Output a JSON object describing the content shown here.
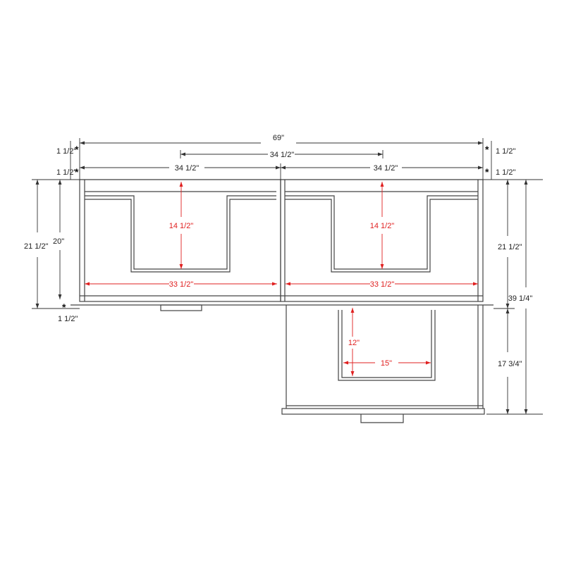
{
  "colors": {
    "outline": "#444444",
    "dimension": "#333333",
    "interior_dimension": "#e02020"
  },
  "dimensions": {
    "overall_width": "69\"",
    "top_left_offset": "1 1/2\"",
    "top_right_offset": "1 1/2\"",
    "center_span": "34 1/2\"",
    "second_left_offset": "1 1/2\"",
    "second_right_offset": "1 1/2\"",
    "left_cabinet_width": "34 1/2\"",
    "right_cabinet_width": "34 1/2\"",
    "left_outer_height": "21 1/2\"",
    "left_inner_height": "20\"",
    "left_bottom_offset": "1 1/2\"",
    "right_cabinet_height": "21 1/2\"",
    "drawer_depth": "17 3/4\"",
    "overall_depth": "39 1/4\""
  },
  "interior_dimensions": {
    "left_notch_depth": "14 1/2\"",
    "right_notch_depth": "14 1/2\"",
    "left_inner_width": "33 1/2\"",
    "right_inner_width": "33 1/2\"",
    "drawer_notch_depth": "12\"",
    "drawer_notch_width": "15\""
  },
  "marker_symbol": "*"
}
